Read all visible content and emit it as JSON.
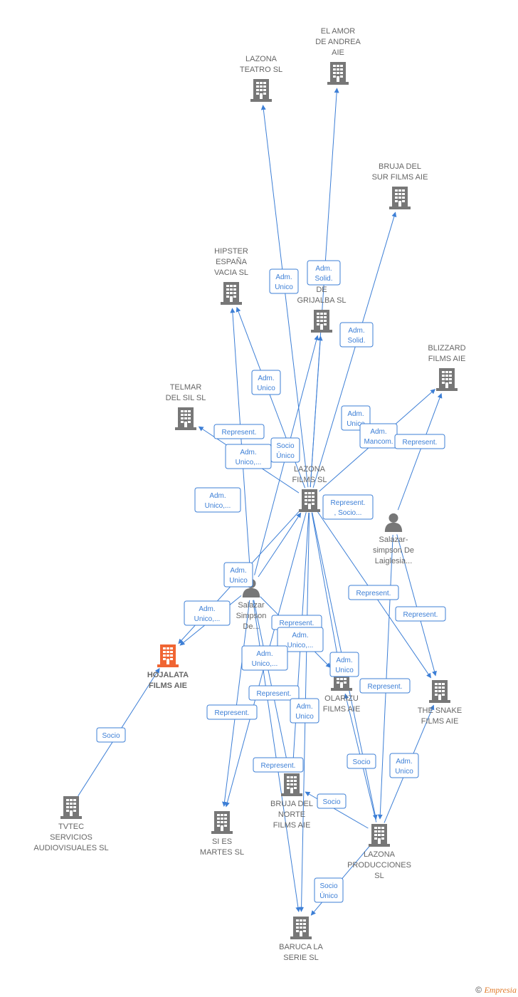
{
  "colors": {
    "edge": "#3d7fd6",
    "building": "#777777",
    "highlight": "#f06533",
    "person": "#777777"
  },
  "nodes": [
    {
      "id": "lazona_teatro",
      "type": "company",
      "label": [
        "LAZONA",
        "TEATRO  SL"
      ]
    },
    {
      "id": "el_amor",
      "type": "company",
      "label": [
        "EL AMOR",
        "DE ANDREA",
        "AIE"
      ]
    },
    {
      "id": "bruja_sur",
      "type": "company",
      "label": [
        "BRUJA DEL",
        "SUR FILMS  AIE"
      ]
    },
    {
      "id": "hipster",
      "type": "company",
      "label": [
        "HIPSTER",
        "ESPAÑA",
        "VACIA  SL"
      ]
    },
    {
      "id": "bodega",
      "type": "company",
      "label": [
        "BO",
        "DE",
        "GRIJALBA SL"
      ]
    },
    {
      "id": "blizzard",
      "type": "company",
      "label": [
        "BLIZZARD",
        "FILMS  AIE"
      ]
    },
    {
      "id": "telmar",
      "type": "company",
      "label": [
        "TELMAR",
        "DEL SIL  SL"
      ]
    },
    {
      "id": "lazona_films",
      "type": "company",
      "label": [
        "LAZONA",
        "FILMS SL"
      ]
    },
    {
      "id": "salazar_laiglesia",
      "type": "person",
      "label": [
        "Salazar-",
        "simpson De",
        "Laiglesia..."
      ]
    },
    {
      "id": "salazar_simpson",
      "type": "person",
      "label": [
        "Salazar",
        "Simpson",
        "De..."
      ]
    },
    {
      "id": "hojalata",
      "type": "company",
      "highlight": true,
      "label": [
        "HOJALATA",
        "FILMS AIE"
      ]
    },
    {
      "id": "olarizu",
      "type": "company",
      "label": [
        "OLARIZU",
        "FILMS  AIE"
      ]
    },
    {
      "id": "snake",
      "type": "company",
      "label": [
        "THE SNAKE",
        "FILMS AIE"
      ]
    },
    {
      "id": "tvtec",
      "type": "company",
      "label": [
        "TVTEC",
        "SERVICIOS",
        "AUDIOVISUALES SL"
      ]
    },
    {
      "id": "si_es",
      "type": "company",
      "label": [
        "SI ES",
        "MARTES  SL"
      ]
    },
    {
      "id": "bruja_norte",
      "type": "company",
      "label": [
        "BRUJA DEL",
        "NORTE",
        "FILMS AIE"
      ]
    },
    {
      "id": "lazona_prod",
      "type": "company",
      "label": [
        "LAZONA",
        "PRODUCCIONES",
        "SL"
      ]
    },
    {
      "id": "baruca",
      "type": "company",
      "label": [
        "BARUCA LA",
        "SERIE  SL"
      ]
    }
  ],
  "edges": [
    {
      "from": "lazona_films",
      "to": "lazona_teatro"
    },
    {
      "from": "lazona_films",
      "to": "el_amor"
    },
    {
      "from": "lazona_films",
      "to": "bruja_sur"
    },
    {
      "from": "lazona_films",
      "to": "hipster"
    },
    {
      "from": "lazona_films",
      "to": "bodega"
    },
    {
      "from": "lazona_films",
      "to": "blizzard"
    },
    {
      "from": "lazona_films",
      "to": "telmar"
    },
    {
      "from": "lazona_films",
      "to": "hojalata"
    },
    {
      "from": "lazona_films",
      "to": "olarizu"
    },
    {
      "from": "lazona_films",
      "to": "snake"
    },
    {
      "from": "lazona_films",
      "to": "si_es"
    },
    {
      "from": "lazona_films",
      "to": "bruja_norte"
    },
    {
      "from": "lazona_films",
      "to": "lazona_prod"
    },
    {
      "from": "lazona_films",
      "to": "baruca"
    },
    {
      "from": "salazar_simpson",
      "to": "hipster"
    },
    {
      "from": "salazar_simpson",
      "to": "bodega"
    },
    {
      "from": "salazar_simpson",
      "to": "lazona_films"
    },
    {
      "from": "salazar_simpson",
      "to": "hojalata"
    },
    {
      "from": "salazar_simpson",
      "to": "si_es"
    },
    {
      "from": "salazar_simpson",
      "to": "bruja_norte"
    },
    {
      "from": "salazar_simpson",
      "to": "olarizu"
    },
    {
      "from": "salazar_simpson",
      "to": "baruca"
    },
    {
      "from": "salazar_laiglesia",
      "to": "blizzard"
    },
    {
      "from": "salazar_laiglesia",
      "to": "snake"
    },
    {
      "from": "salazar_laiglesia",
      "to": "lazona_prod"
    },
    {
      "from": "tvtec",
      "to": "hojalata"
    },
    {
      "from": "lazona_prod",
      "to": "snake"
    },
    {
      "from": "lazona_prod",
      "to": "olarizu"
    },
    {
      "from": "lazona_prod",
      "to": "baruca"
    },
    {
      "from": "lazona_prod",
      "to": "bruja_norte"
    }
  ],
  "edge_labels": [
    {
      "id": "adm_unico_1",
      "lines": [
        "Adm.",
        "Unico"
      ]
    },
    {
      "id": "adm_solid_1",
      "lines": [
        "Adm.",
        "Solid."
      ]
    },
    {
      "id": "adm_solid_2",
      "lines": [
        "Adm.",
        "Solid."
      ]
    },
    {
      "id": "adm_unico_2",
      "lines": [
        "Adm.",
        "Unico"
      ]
    },
    {
      "id": "adm_unico_3",
      "lines": [
        "Adm.",
        "Unico"
      ]
    },
    {
      "id": "adm_mancom",
      "lines": [
        "Adm.",
        "Mancom."
      ]
    },
    {
      "id": "represent_1",
      "lines": [
        "Represent."
      ]
    },
    {
      "id": "represent_2",
      "lines": [
        "Represent."
      ]
    },
    {
      "id": "adm_unico_4",
      "lines": [
        "Adm.",
        "Unico,..."
      ]
    },
    {
      "id": "socio_unico_1",
      "lines": [
        "Socio",
        "Único"
      ]
    },
    {
      "id": "adm_unico_5",
      "lines": [
        "Adm.",
        "Unico,..."
      ]
    },
    {
      "id": "represent_socio",
      "lines": [
        "Represent.",
        ", Socio..."
      ]
    },
    {
      "id": "adm_unico_6",
      "lines": [
        "Adm.",
        "Unico"
      ]
    },
    {
      "id": "represent_3",
      "lines": [
        "Represent."
      ]
    },
    {
      "id": "adm_unico_7",
      "lines": [
        "Adm.",
        "Unico,..."
      ]
    },
    {
      "id": "represent_4",
      "lines": [
        "Represent."
      ]
    },
    {
      "id": "represent_5",
      "lines": [
        "Represent."
      ]
    },
    {
      "id": "adm_unico_8",
      "lines": [
        "Adm.",
        "Unico,..."
      ]
    },
    {
      "id": "adm_unico_9",
      "lines": [
        "Adm.",
        "Unico,..."
      ]
    },
    {
      "id": "adm_unico_10",
      "lines": [
        "Adm.",
        "Unico"
      ]
    },
    {
      "id": "represent_6",
      "lines": [
        "Represent."
      ]
    },
    {
      "id": "represent_7",
      "lines": [
        "Represent."
      ]
    },
    {
      "id": "represent_8",
      "lines": [
        "Represent."
      ]
    },
    {
      "id": "adm_unico_11",
      "lines": [
        "Adm.",
        "Unico"
      ]
    },
    {
      "id": "socio_1",
      "lines": [
        "Socio"
      ]
    },
    {
      "id": "represent_9",
      "lines": [
        "Represent."
      ]
    },
    {
      "id": "adm_unico_12",
      "lines": [
        "Adm.",
        "Unico"
      ]
    },
    {
      "id": "socio_2",
      "lines": [
        "Socio"
      ]
    },
    {
      "id": "socio_3",
      "lines": [
        "Socio"
      ]
    },
    {
      "id": "socio_unico_2",
      "lines": [
        "Socio",
        "Único"
      ]
    }
  ],
  "footer": {
    "copyright": "©",
    "brand": "Empresia"
  }
}
